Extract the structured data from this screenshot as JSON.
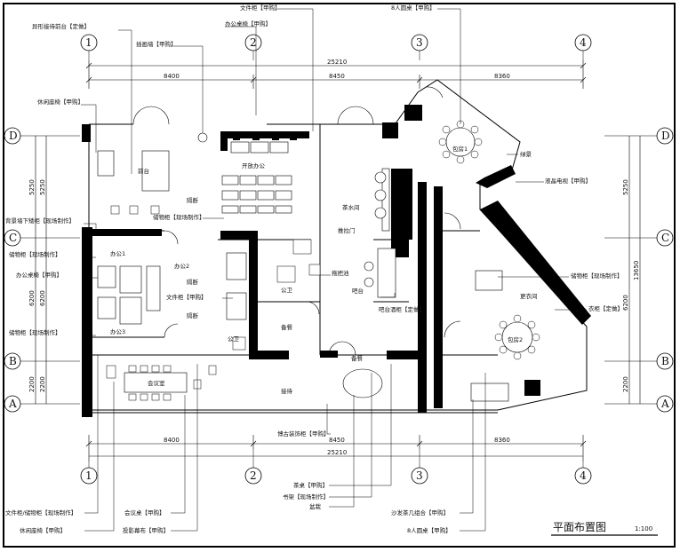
{
  "title": "平面布置图",
  "scale": "1:100",
  "axes_columns": [
    "1",
    "2",
    "3",
    "4"
  ],
  "axes_rows": [
    "D",
    "C",
    "B",
    "A"
  ],
  "dims_horizontal_total": "25210",
  "dims_horizontal": [
    "8400",
    "8450",
    "8360"
  ],
  "dims_vertical_left": [
    "5250",
    "6200",
    "2200"
  ],
  "dims_vertical_right_total": "13650",
  "dims_vertical_right": [
    "5250",
    "6200",
    "2200"
  ],
  "rooms": {
    "front_desk": "前台",
    "open_office": "开放办公",
    "partition1": "隔断",
    "partition2": "隔断",
    "partition3": "隔断",
    "office1": "办公1",
    "office2": "办公2",
    "office3": "办公3",
    "tea_room": "茶水间",
    "sliding_door": "推拉门",
    "bar": "吧台",
    "meeting": "会议室",
    "pantry": "备餐",
    "restroom1": "公卫",
    "restroom2": "公卫",
    "reception": "接待",
    "pantry2": "备餐",
    "dining1": "包房1",
    "dining2": "包房2",
    "dressing": "更衣间"
  },
  "callouts_top": [
    "异形接待前台【定做】",
    "插画墙【甲购】",
    "办公桌椅【甲购】",
    "文件柜【甲购】",
    "8人圆桌【甲购】"
  ],
  "callouts_left": [
    "休闲座椅【甲购】",
    "背景墙下矮柜【现场制作】",
    "储物柜【现场制作】",
    "办公桌椅【甲购】",
    "储物柜【现场制作】"
  ],
  "callouts_inner": [
    "储物柜【现场制作】",
    "文件柜【甲购】",
    "拖把池"
  ],
  "callouts_right": [
    "绿景",
    "液晶电视【甲购】",
    "储物柜【现场制作】",
    "衣柜【定做】",
    "吧台酒柜【定做】"
  ],
  "callouts_bottom": [
    "博古装饰柜【甲购】",
    "茶桌【甲购】",
    "书架【现场制作】",
    "盆栽",
    "沙发茶几组合【甲购】",
    "8人圆桌【甲购】",
    "文件柜/储物柜【现场制作】",
    "休闲座椅【甲购】",
    "会议桌【甲购】",
    "投影幕布【甲购】"
  ]
}
